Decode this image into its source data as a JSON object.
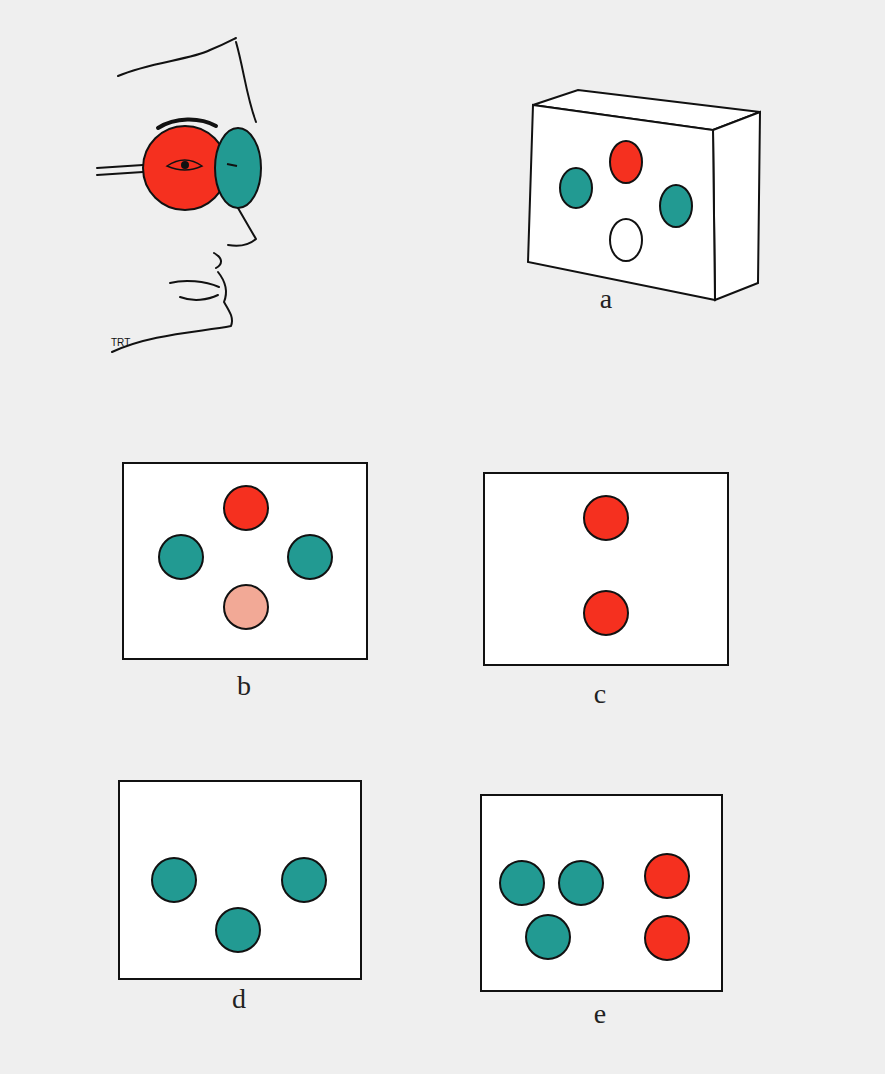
{
  "diagram": {
    "nodes": [
      {
        "text": [
          "a"
        ]
      },
      {
        "text": [
          "b"
        ]
      },
      {
        "text": [
          "c"
        ]
      },
      {
        "text": [
          "d"
        ]
      },
      {
        "text": [
          "e"
        ]
      }
    ],
    "labels": [
      "TRT"
    ]
  }
}
